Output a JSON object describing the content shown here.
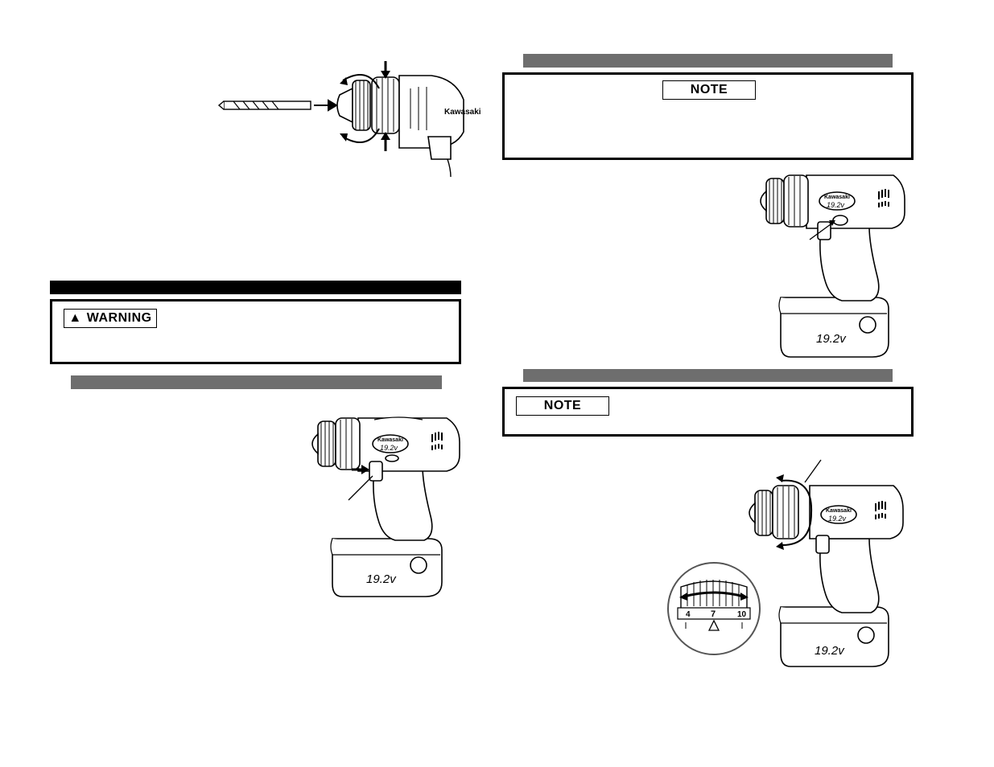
{
  "warning_section": {
    "label": "WARNING",
    "icon": "warning-triangle-icon"
  },
  "note_top": {
    "label": "NOTE"
  },
  "note_mid": {
    "label": "NOTE"
  },
  "drill_badge": {
    "brand": "Kawasaki",
    "voltage": "19.2v"
  },
  "battery_label": "19.2v",
  "torque_dial": {
    "left": "4",
    "center": "7",
    "right": "10"
  }
}
